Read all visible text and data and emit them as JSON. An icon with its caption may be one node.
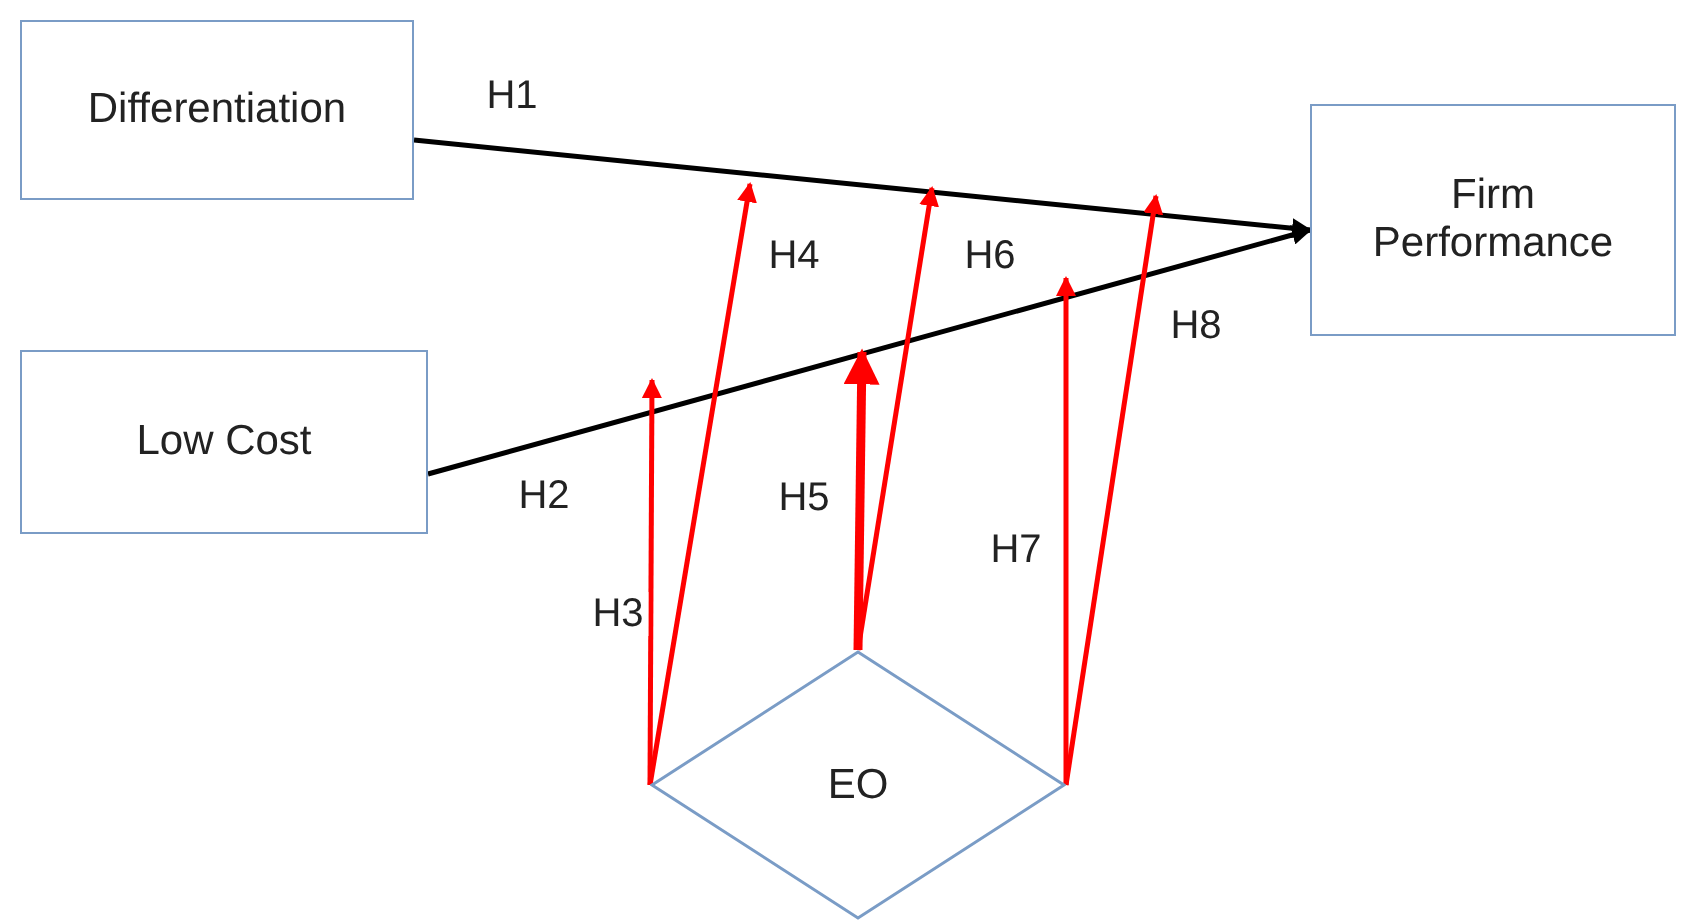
{
  "diagram": {
    "nodes": [
      {
        "text": [
          "Differentiation"
        ]
      },
      {
        "text": [
          "Low Cost"
        ]
      },
      {
        "text": [
          "Firm Performance"
        ]
      },
      {
        "text": [
          "EO"
        ]
      }
    ],
    "edges": [
      {
        "from": 0,
        "to": 2,
        "arrow": "to",
        "label": "H1",
        "color": "#000000"
      },
      {
        "from": 1,
        "to": 2,
        "arrow": "to",
        "label": "H2",
        "color": "#000000"
      },
      {
        "from": 3,
        "to": null,
        "arrow": "to",
        "label": "H3"
      },
      {
        "from": 3,
        "to": null,
        "arrow": "to",
        "label": "H4"
      },
      {
        "from": 3,
        "to": null,
        "arrow": "to",
        "label": "H5",
        "style": "thick"
      },
      {
        "from": 3,
        "to": null,
        "arrow": "to",
        "label": "H6"
      },
      {
        "from": 3,
        "to": null,
        "arrow": "to",
        "label": "H7"
      },
      {
        "from": 3,
        "to": null,
        "arrow": "to",
        "label": "H8"
      }
    ]
  }
}
